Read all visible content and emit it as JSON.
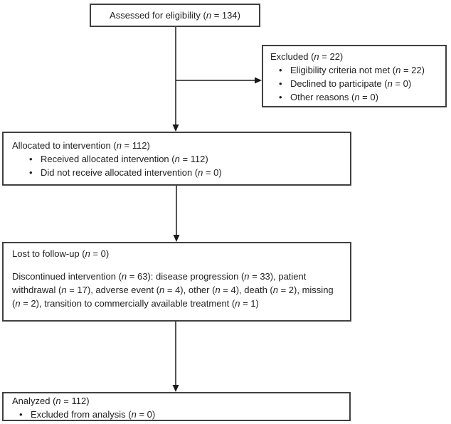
{
  "glyphs": {
    "bullet": "•"
  },
  "colors": {
    "background": "#ffffff",
    "border": "#404040",
    "text": "#1f1f1f",
    "arrow": "#1a1a1a"
  },
  "boxes": {
    "assessed": {
      "text": "Assessed for eligibility (*n* = 134)"
    },
    "excluded": {
      "title": "Excluded (*n* = 22)",
      "bullets": [
        "Eligibility criteria not met (*n* = 22)",
        "Declined to participate (*n* = 0)",
        "Other reasons (*n* = 0)"
      ]
    },
    "allocated": {
      "title": "Allocated to intervention (*n* = 112)",
      "bullets": [
        "Received allocated intervention (*n* = 112)",
        "Did not receive allocated intervention (*n* = 0)"
      ]
    },
    "followup": {
      "line1": "Lost to follow-up (*n* = 0)",
      "line2": "Discontinued intervention (*n* = 63): disease progression (*n* = 33), patient withdrawal (*n* = 17), adverse event (*n* = 4), other (*n* = 4), death (*n* = 2), missing (*n* = 2), transition to commercially available treatment (*n* = 1)"
    },
    "analyzed": {
      "title": "Analyzed (*n* = 112)",
      "bullets": [
        "Excluded from analysis (*n* = 0)"
      ]
    }
  }
}
